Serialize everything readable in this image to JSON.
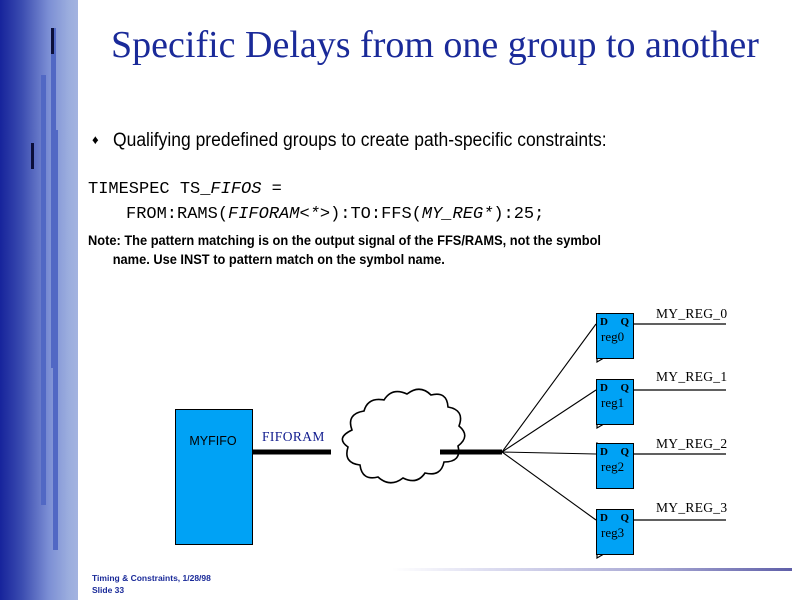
{
  "slide": {
    "title": "Specific Delays from one group to another",
    "bullet": {
      "glyph": "♦",
      "text": "Qualifying predefined groups to create path-specific constraints:"
    },
    "code": {
      "line1_plain_a": "TIMESPEC TS_",
      "line1_italic": "FIFOS",
      "line1_plain_b": " =",
      "line2_plain_a": "FROM:RAMS(",
      "line2_italic_a": "FIFORAM<*>",
      "line2_plain_b": "):TO:FFS(",
      "line2_italic_b": "MY_REG*",
      "line2_plain_c": "):25;"
    },
    "note": {
      "line1": "Note: The pattern matching is on the output signal of the FFS/RAMS, not the symbol",
      "line2": "name.  Use INST to pattern  match on the symbol name."
    },
    "footer": {
      "line1": "Timing & Constraints, 1/28/98",
      "line2": "Slide 33"
    }
  },
  "diagram": {
    "fifo": {
      "label": "MYFIFO"
    },
    "bus": {
      "label": "FIFORAM"
    },
    "registers": [
      {
        "name": "reg0",
        "d": "D",
        "q": "Q",
        "output": "MY_REG_0"
      },
      {
        "name": "reg1",
        "d": "D",
        "q": "Q",
        "output": "MY_REG_1"
      },
      {
        "name": "reg2",
        "d": "D",
        "q": "Q",
        "output": "MY_REG_2"
      },
      {
        "name": "reg3",
        "d": "D",
        "q": "Q",
        "output": "MY_REG_3"
      }
    ]
  },
  "colors": {
    "title_blue": "#1a2a99",
    "block_cyan": "#00a2f5",
    "sidebar_dark": "#16239b",
    "sidebar_light": "#a3b3e0",
    "accent_bar": "#5168c4"
  }
}
